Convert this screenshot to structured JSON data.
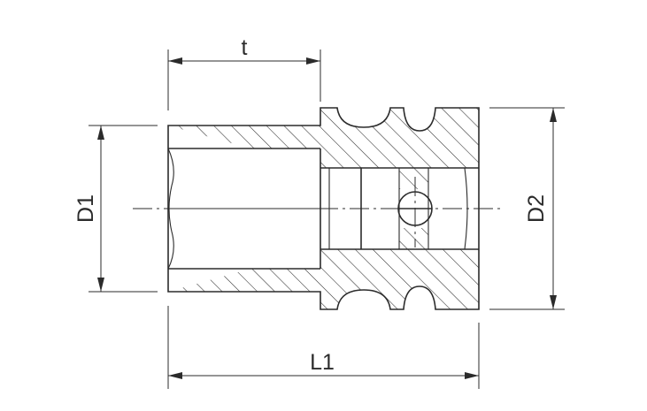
{
  "dimensions": {
    "t": "t",
    "d1": "D1",
    "d2": "D2",
    "l1": "L1"
  },
  "colors": {
    "line": "#2b2b2b",
    "background": "#ffffff"
  }
}
